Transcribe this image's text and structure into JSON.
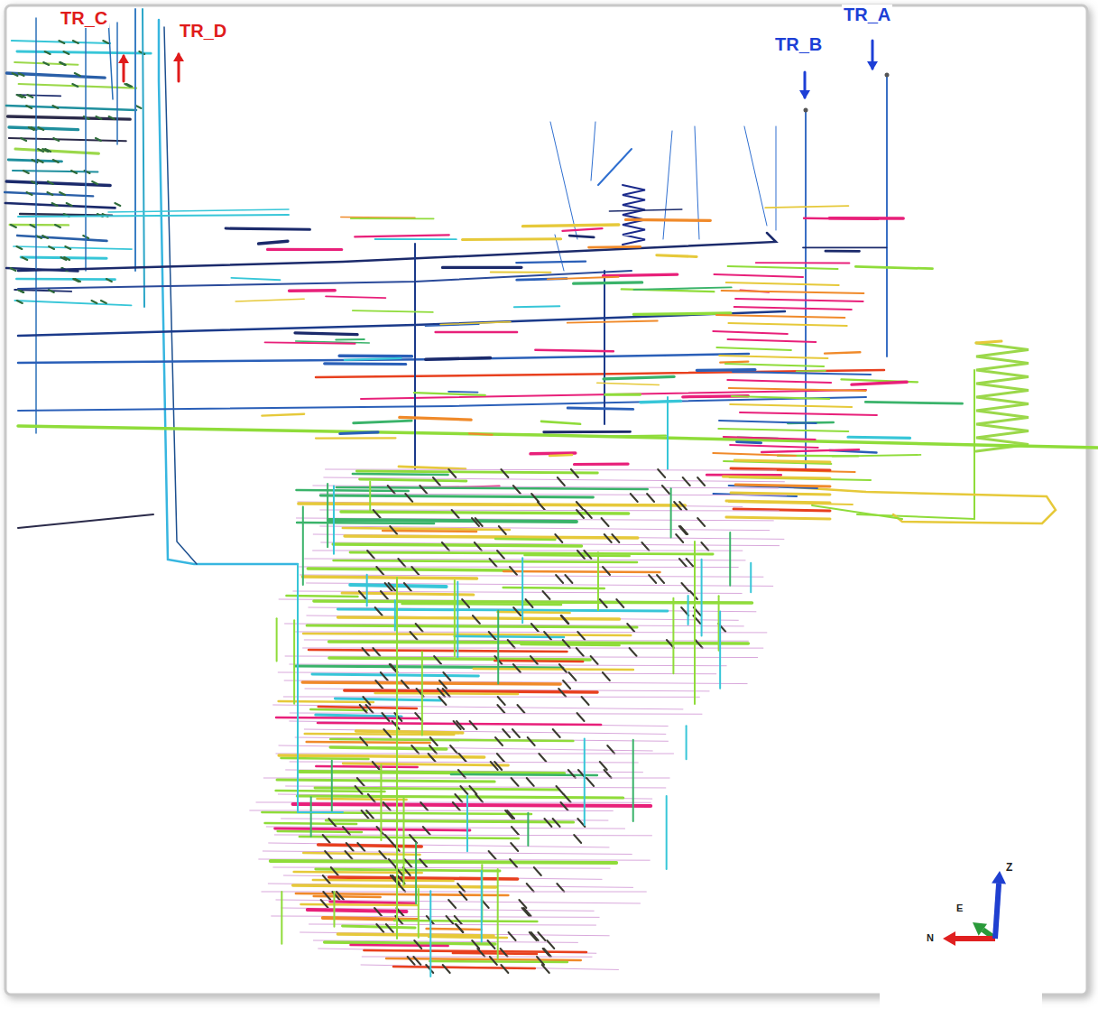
{
  "diagram": {
    "labels": [
      "TR_C",
      "TR_D",
      "TR_B",
      "TR_A",
      "Z",
      "E",
      "N"
    ]
  }
}
